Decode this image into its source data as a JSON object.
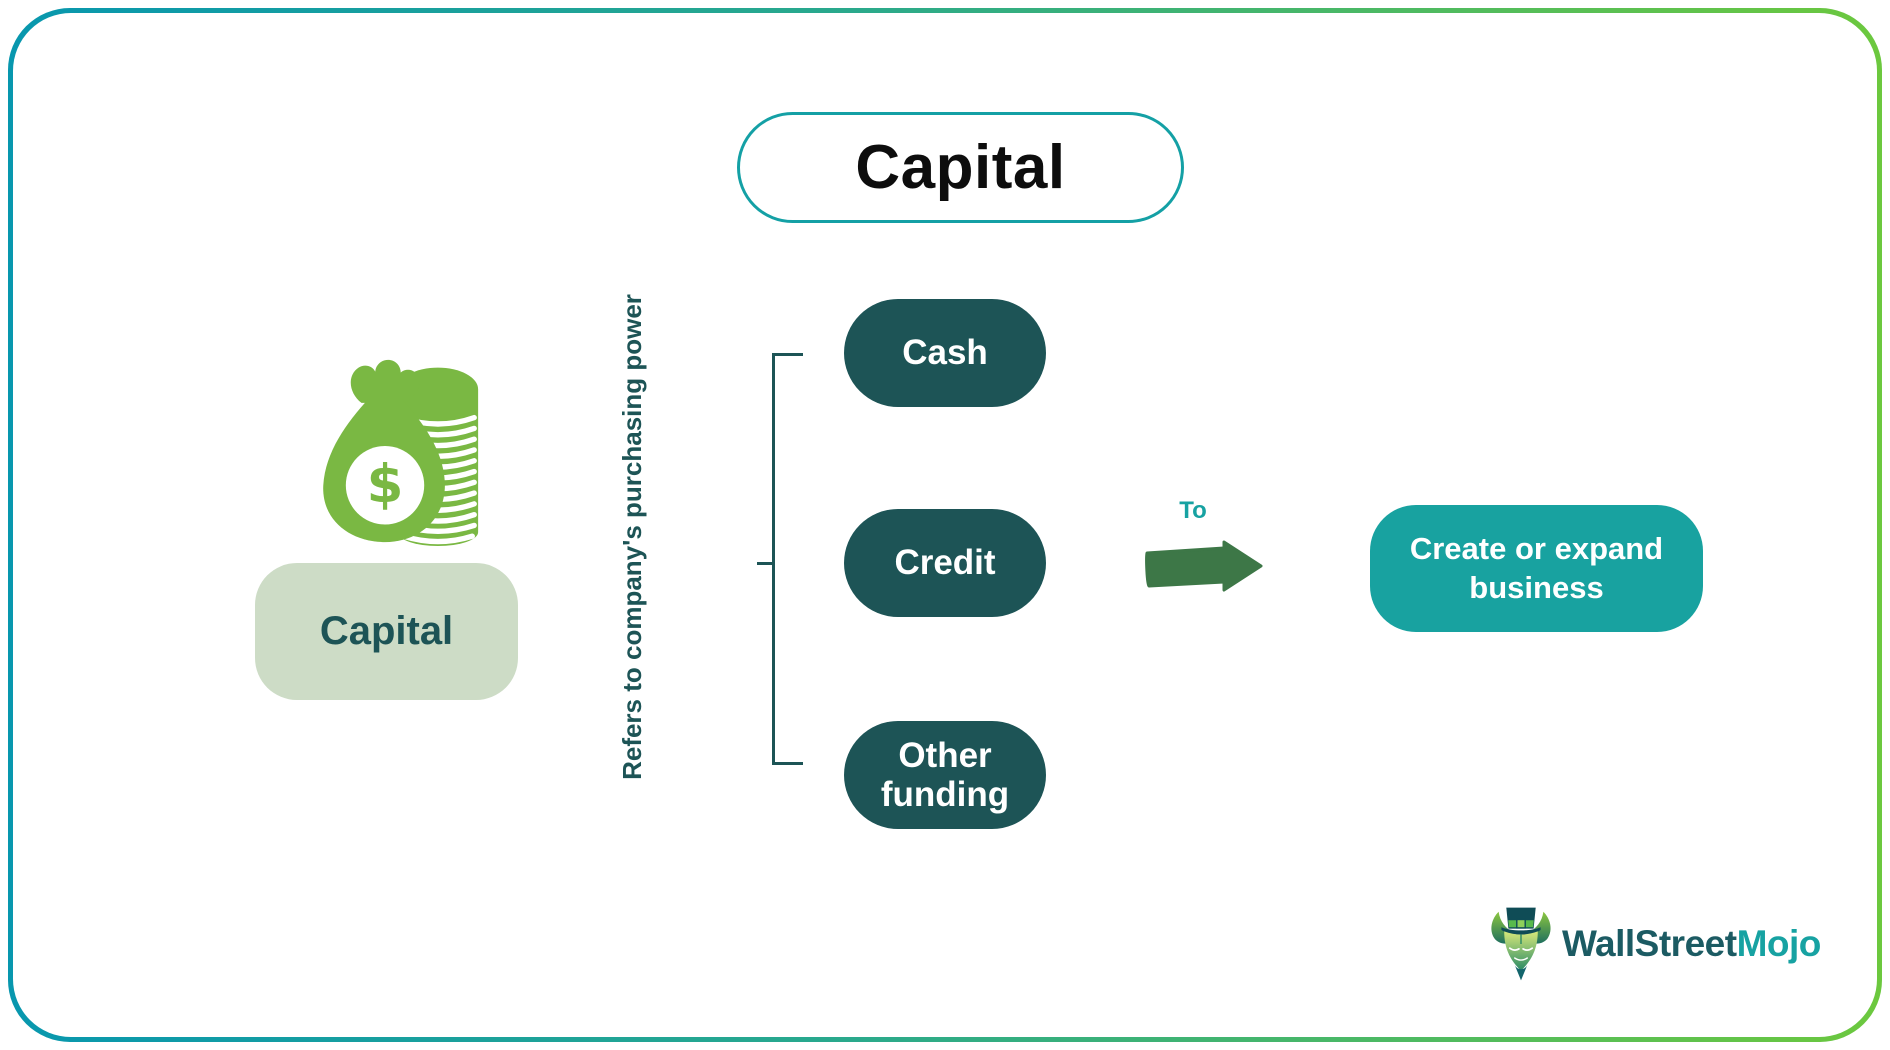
{
  "title": {
    "label": "Capital"
  },
  "subject": {
    "label": "Capital",
    "icon": "money-bag-and-coin-stack-icon",
    "vertical_description": "Refers to company's purchasing power"
  },
  "branches": [
    {
      "label": "Cash"
    },
    {
      "label": "Credit"
    },
    {
      "label": "Other funding"
    }
  ],
  "flow": {
    "connector_label": "To",
    "result_label": "Create or expand business"
  },
  "logo": {
    "brand_part1": "WallStreet",
    "brand_part2": "Mojo",
    "icon": "bull-mascot-icon"
  },
  "colors": {
    "frame_gradient_left": "#0897ae",
    "frame_gradient_right": "#6cc83e",
    "title_border": "#14a0a5",
    "title_text": "#0d0d0d",
    "branch_pill_fill": "#1d5456",
    "branch_pill_text": "#ffffff",
    "subject_box_fill": "#cddcc6",
    "subject_text": "#1d5456",
    "vertical_text": "#1d5456",
    "bracket_line": "#1d5456",
    "to_label": "#17a2a2",
    "arrow_fill": "#3d7747",
    "result_box_fill": "#18a2a0",
    "result_text": "#ffffff",
    "icon_green": "#7ab843",
    "logo_text_primary": "#1c5b63",
    "logo_text_secondary": "#17a2a2"
  }
}
